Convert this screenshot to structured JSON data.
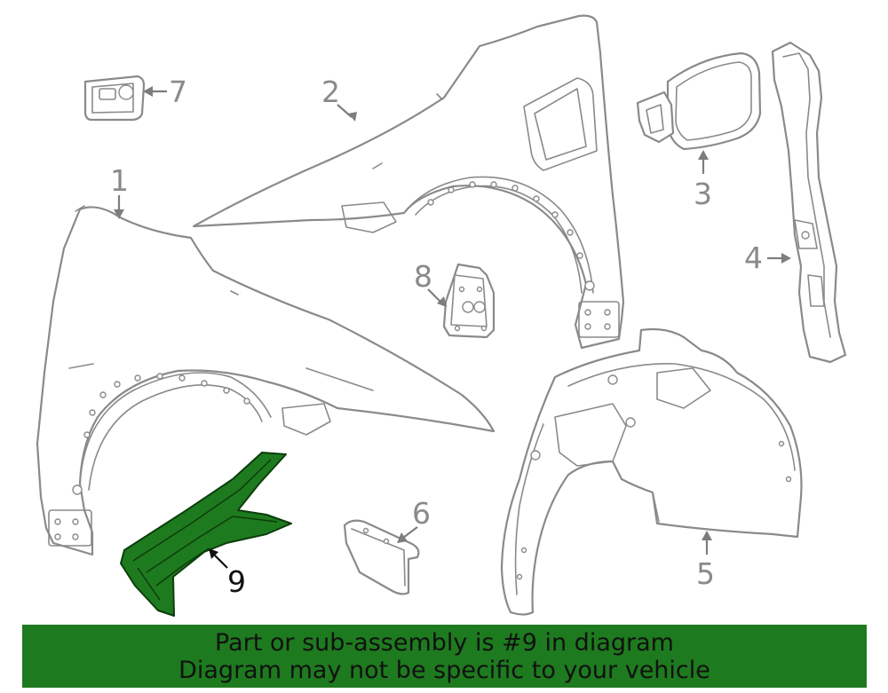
{
  "callouts": {
    "c1": "1",
    "c2": "2",
    "c3": "3",
    "c4": "4",
    "c5": "5",
    "c6": "6",
    "c7": "7",
    "c8": "8",
    "c9": "9"
  },
  "highlight_color": "#1e7a1e",
  "banner": {
    "line1": "Part or sub-assembly is #9 in diagram",
    "line2": "Diagram may not be specific to your vehicle"
  }
}
